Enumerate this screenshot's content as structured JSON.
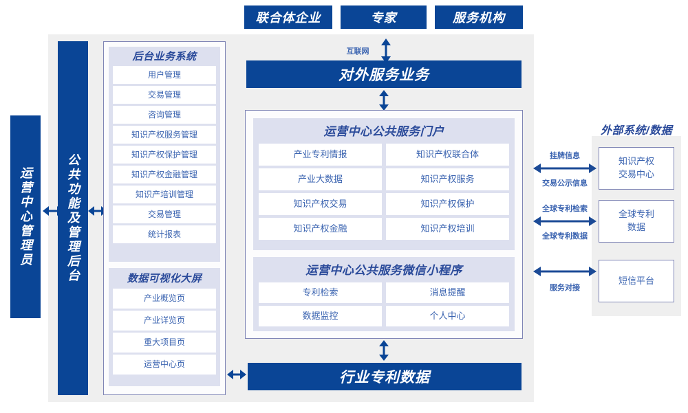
{
  "colors": {
    "primary_blue": "#0a4596",
    "panel_lavender": "#dde0ef",
    "outer_gray": "#efefef",
    "border_purple": "#7f85b5",
    "text_blue": "#3a63b0",
    "title_blue": "#2a4a9a"
  },
  "top_actors": [
    {
      "label": "联合体企业"
    },
    {
      "label": "专家"
    },
    {
      "label": "服务机构"
    }
  ],
  "internet_link": {
    "label": "互联网",
    "icon": "vertical-double-arrow-icon"
  },
  "external_service_bar": {
    "label": "对外服务业务"
  },
  "left_roles": [
    {
      "name": "operation-center-admin",
      "label": "运营中心管理员"
    },
    {
      "name": "public-function-admin-backend",
      "label": "公共功能及管理后台"
    }
  ],
  "backend_system": {
    "title": "后台业务系统",
    "items": [
      {
        "label": "用户管理"
      },
      {
        "label": "交易管理"
      },
      {
        "label": "咨询管理"
      },
      {
        "label": "知识产权服务管理"
      },
      {
        "label": "知识产权保护管理"
      },
      {
        "label": "知识产权金融管理"
      },
      {
        "label": "知识产培训管理"
      },
      {
        "label": "交易管理"
      },
      {
        "label": "统计报表"
      }
    ]
  },
  "data_visualization": {
    "title": "数据可视化大屏",
    "items": [
      {
        "label": "产业概览页"
      },
      {
        "label": "产业详览页"
      },
      {
        "label": "重大项目页"
      },
      {
        "label": "运营中心页"
      }
    ]
  },
  "public_service_portal": {
    "title": "运营中心公共服务门户",
    "items": [
      {
        "label": "产业专利情报"
      },
      {
        "label": "知识产权联合体"
      },
      {
        "label": "产业大数据"
      },
      {
        "label": "知识产权服务"
      },
      {
        "label": "知识产权交易"
      },
      {
        "label": "知识产权保护"
      },
      {
        "label": "知识产权金融"
      },
      {
        "label": "知识产权培训"
      }
    ]
  },
  "wechat_miniprogram": {
    "title": "运营中心公共服务微信小程序",
    "items": [
      {
        "label": "专利检索"
      },
      {
        "label": "消息提醒"
      },
      {
        "label": "数据监控"
      },
      {
        "label": "个人中心"
      }
    ]
  },
  "industry_patent_data": {
    "label": "行业专利数据"
  },
  "external_systems": {
    "title": "外部系统/数据",
    "boxes": [
      {
        "label": "知识产权\n交易中心",
        "line1": "知识产权",
        "line2": "交易中心"
      },
      {
        "label": "全球专利\n数据",
        "line1": "全球专利",
        "line2": "数据"
      },
      {
        "label": "短信平台",
        "line1": "短信平台",
        "line2": ""
      }
    ],
    "connections": [
      {
        "above": "挂牌信息",
        "below": "交易公示信息"
      },
      {
        "above": "全球专利检索",
        "below": "全球专利数据"
      },
      {
        "above": "",
        "below": "服务对接"
      }
    ]
  }
}
